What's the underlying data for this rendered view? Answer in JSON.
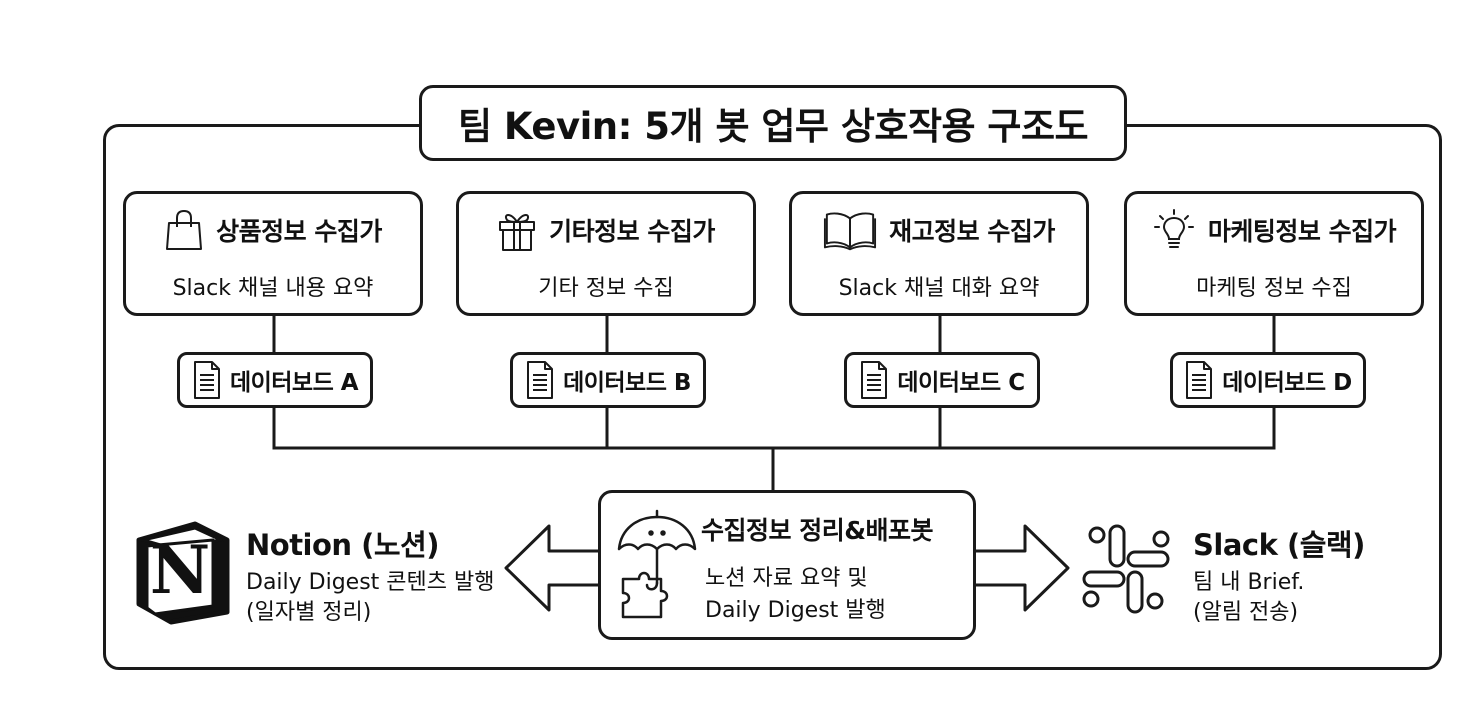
{
  "title": "팀 Kevin: 5개 봇 업무 상호작용 구조도",
  "bots": [
    {
      "name": "상품정보 수집가",
      "desc": "Slack 채널 내용 요약",
      "icon": "shopping-bag-icon"
    },
    {
      "name": "기타정보 수집가",
      "desc": "기타 정보 수집",
      "icon": "gift-icon"
    },
    {
      "name": "재고정보 수집가",
      "desc": "Slack 채널 대화 요약",
      "icon": "open-book-icon"
    },
    {
      "name": "마케팅정보 수집가",
      "desc": "마케팅 정보 수집",
      "icon": "lightbulb-icon"
    }
  ],
  "boards": [
    {
      "label": "데이터보드 A",
      "icon": "document-icon"
    },
    {
      "label": "데이터보드 B",
      "icon": "document-icon"
    },
    {
      "label": "데이터보드 C",
      "icon": "document-icon"
    },
    {
      "label": "데이터보드 D",
      "icon": "document-icon"
    }
  ],
  "center": {
    "name": "수집정보 정리&배포봇",
    "line1": "노션 자료 요약 및",
    "line2": "Daily Digest 발행",
    "icon": "umbrella-puzzle-icon"
  },
  "notion": {
    "name": "Notion (노션)",
    "line1": "Daily Digest 콘텐츠 발행",
    "line2": "(일자별 정리)",
    "icon": "notion-logo-icon"
  },
  "slack": {
    "name": "Slack (슬랙)",
    "line1": "팀 내 Brief.",
    "line2": "(알림 전송)",
    "icon": "slack-logo-icon"
  },
  "colors": {
    "stroke": "#1a1a1a",
    "background": "#ffffff",
    "text": "#111111"
  }
}
